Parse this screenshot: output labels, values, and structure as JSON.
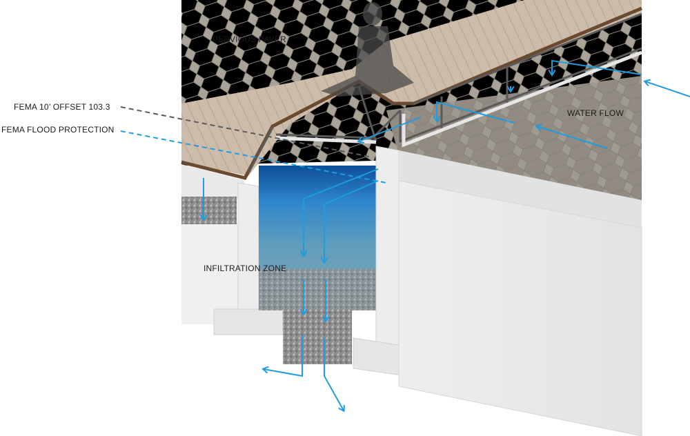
{
  "labels": {
    "pervious_paver": "PERVIOUS PAVER",
    "fema_offset": "FEMA 10’ OFFSET 103.3",
    "fema_flood": "FEMA FLOOD PROTECTION",
    "water_flow": "WATER FLOW",
    "infiltration_zone": "INFILTRATION ZONE"
  },
  "colors": {
    "arrow": "#1e9ce0",
    "dashed_offset": "#5a5a5a",
    "dashed_flood": "#1e9ce0",
    "paver": "#a8a196",
    "deck": "#cbb9a6",
    "wall": "#ececec",
    "water": "#2f7fc2",
    "gravel": "#9a9a9a"
  }
}
